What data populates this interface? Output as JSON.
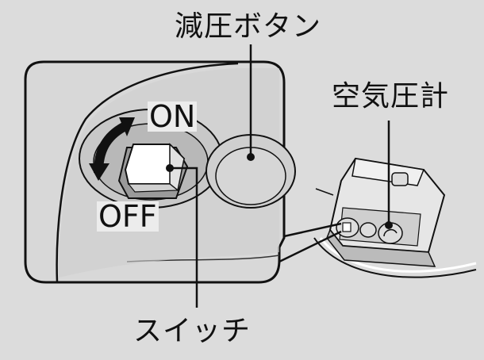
{
  "labels": {
    "decompress_button": "減圧ボタン",
    "pressure_gauge": "空気圧計",
    "switch": "スイッチ",
    "on": "ON",
    "off": "OFF"
  },
  "colors": {
    "background": "#dcdcdc",
    "panel_fill": "#d6d6d6",
    "line": "#111111",
    "switch_face": "#ffffff",
    "arrow": "#111111"
  }
}
